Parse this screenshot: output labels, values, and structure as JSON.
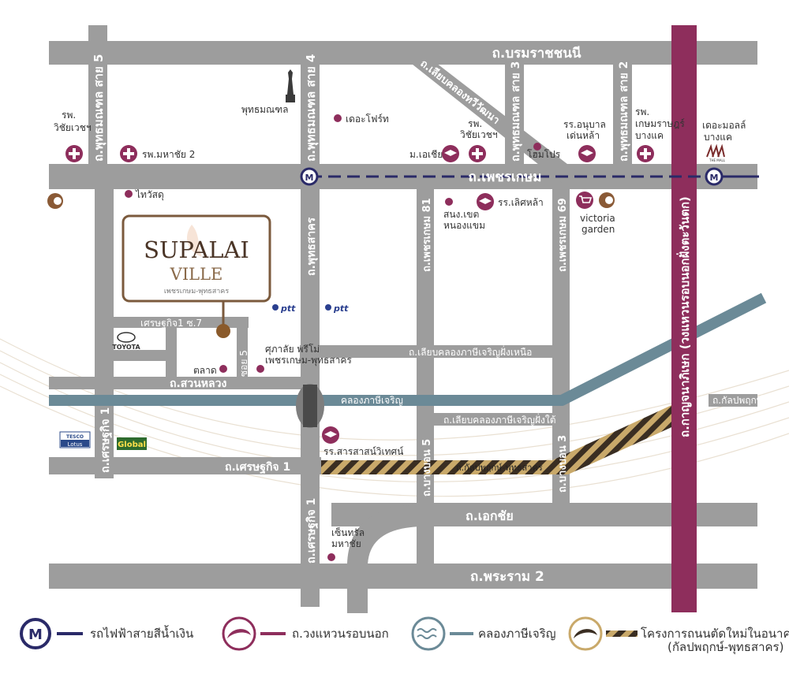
{
  "colors": {
    "road": "#9d9d9d",
    "bts_line": "#2a2a68",
    "ring_road": "#8e2e5c",
    "canal": "#6b8a97",
    "future_road_stripe": "#3a2e22",
    "future_road_gold": "#c9a96a",
    "poi_dot": "#8e2e5c",
    "logo_frame": "#7b5a3d"
  },
  "roads": {
    "boromratchachonnani": "ถ.บรมราชชนนี",
    "phetkasem": "ถ.เพชรเกษม",
    "phutthamonthon5": "ถ.พุทธมณฑล สาย 5",
    "phutthamonthon4": "ถ.พุทธมณฑล สาย 4",
    "phutthamonthon3": "ถ.พุทธมณฑล สาย 3",
    "phutthamonthon2": "ถ.พุทธมณฑล สาย 2",
    "liab_khlong_thawi": "ถ.เลียบคลองทวีวัฒนา",
    "phutthasakhon": "ถ.พุทธสาคร",
    "phetkasem81": "ถ.เพชรเกษม 81",
    "phetkasem69": "ถ.เพชรเกษม 69",
    "setthakit1_vertical": "ถ.เศรษฐกิจ 1",
    "setthakit1_soi7": "เศรษฐกิจ1 ซ.7",
    "soi5": "ซอย 5",
    "suan_luang": "ถ.สวนหลวง",
    "liab_khlong_north": "ถ.เลียบคลองภาษีเจริญฝั่งเหนือ",
    "khlong_phasi": "คลองภาษีเจริญ",
    "liab_khlong_south": "ถ.เลียบคลองภาษีเจริญฝั่งใต้",
    "setthakit1_horizontal": "ถ.เศรษฐกิจ 1",
    "kanlapaphruek_phutthasakhon": "ถ.กัลปพฤกษ์-พุทธสาคร",
    "kanlapaphruek": "ถ.กัลปพฤกษ์",
    "bang_bon5": "ถ.บางบอน 5",
    "bang_bon3": "ถ.บางบอน 3",
    "ekkachai": "ถ.เอกชัย",
    "setthakit1_lower": "ถ.เศรษฐกิจ 1",
    "rama2": "ถ.พระราม 2",
    "kanchanaphisek": "ถ.กาญจนาภิเษก (วงแหวนรอบนอกฝั่งตะวันตก)"
  },
  "pois": {
    "phutthamonthon": "พุทธมณฑล",
    "the_fort": "เดอะโฟร์ท",
    "hosp_vichaivej_left_1": "รพ.",
    "hosp_vichaivej_left_2": "วิชัยเวชฯ",
    "hosp_mahachai2": "รพ.มหาชัย 2",
    "univ_asia": "ม.เอเชีย",
    "hosp_vichaivej_mid_1": "รพ.",
    "hosp_vichaivej_mid_2": "วิชัยเวชฯ",
    "homepro": "โฮมโปร",
    "kindergarten_1": "รร.อนุบาล",
    "kindergarten_2": "เด่นหล้า",
    "hosp_kasemrad_1": "รพ.",
    "hosp_kasemrad_2": "เกษมราษฎร์",
    "hosp_kasemrad_3": "บางแค",
    "the_mall_1": "เดอะมอลล์",
    "the_mall_2": "บางแค",
    "the_mall_logo": "THE MALL",
    "thai_watsadu": "ไทวัสดุ",
    "nong_khaem_1": "สนง.เขต",
    "nong_khaem_2": "หนองแขม",
    "school_lertla": "รร.เลิศหล้า",
    "victoria_1": "victoria",
    "victoria_2": "garden",
    "toyota": "TOYOTA",
    "market": "ตลาด",
    "court_1": "ศุภาลัย พรีโม่",
    "court_2": "เพชรเกษม-พุทธสาคร",
    "ptt_1": "ptt",
    "ptt_2": "ptt",
    "school_sarasas": "รร.สารสาสน์วิเทศน์",
    "tesco_1": "TESCO",
    "tesco_2": "Lotus",
    "global_house": "Global",
    "central_1": "เซ็นทรัล",
    "central_2": "มหาชัย",
    "bts_symbol": "M"
  },
  "project": {
    "name_line1": "SUPALAI",
    "name_line2": "VILLE",
    "subtitle": "เพชรเกษม-พุทธสาคร"
  },
  "legend": {
    "bts": "รถไฟฟ้าสายสีน้ำเงิน",
    "ring_road": "ถ.วงแหวนรอบนอก",
    "canal": "คลองภาษีเจริญ",
    "future_1": "โครงการถนนตัดใหม่ในอนาคต",
    "future_2": "(กัลปพฤกษ์-พุทธสาคร)"
  }
}
